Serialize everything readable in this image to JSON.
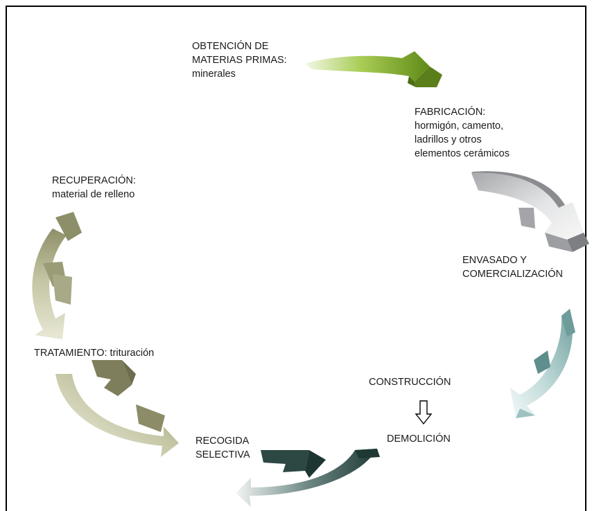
{
  "stages": {
    "obtencion": {
      "title": "OBTENCIÓN DE",
      "title2": "MATERIAS PRIMAS:",
      "detail": "minerales"
    },
    "fabricacion": {
      "title": "FABRICACIÓN:",
      "detail1": "hormigón, camento,",
      "detail2": "ladrillos y otros",
      "detail3": "elementos cerámicos"
    },
    "envasado": {
      "title": "ENVASADO Y",
      "title2": "COMERCIALIZACIÓN"
    },
    "construccion": {
      "title": "CONSTRUCCIÓN"
    },
    "demolicion": {
      "title": "DEMOLICIÓN"
    },
    "recogida": {
      "title": "RECOGIDA",
      "title2": "SELECTIVA"
    },
    "tratamiento": {
      "title": "TRATAMIENTO: trituración"
    },
    "recuperacion": {
      "title": "RECUPERACIÓN:",
      "detail": "material de relleno"
    }
  },
  "colors": {
    "obtencion_arrow": "#6e9a1e",
    "fabricacion_arrow": "#8e9094",
    "envasado_arrow": "#78a8a6",
    "recogida_arrow": "#2e4944",
    "tratamiento_arrow": "#8a8a68",
    "recuperacion_arrow": "#8c8e6a",
    "frame": "#000000"
  }
}
